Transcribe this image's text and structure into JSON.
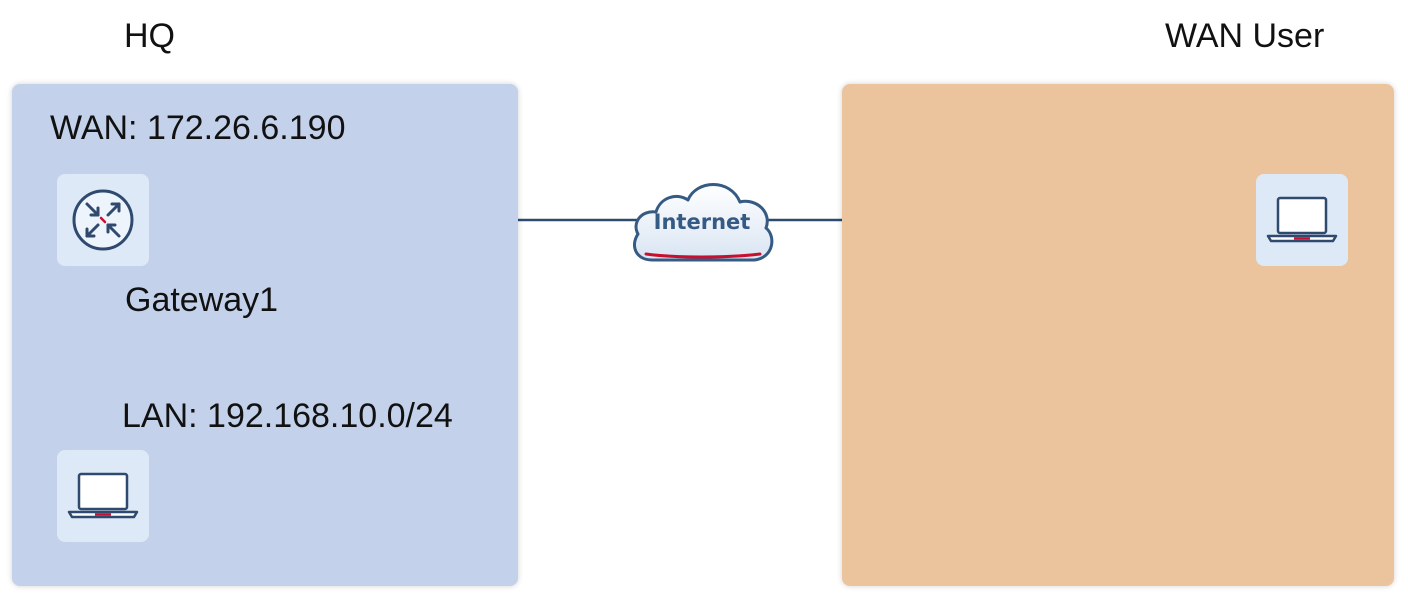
{
  "zones": {
    "hq": {
      "title": "HQ",
      "color": "#c3d1eb"
    },
    "wan": {
      "title": "WAN User",
      "color": "#ebc49e"
    }
  },
  "labels": {
    "wan_ip": "WAN: 172.26.6.190",
    "gateway": "Gateway1",
    "lan_subnet": "LAN: 192.168.10.0/24"
  },
  "internet": {
    "label": "Internet",
    "icon": "cloud-icon",
    "color": "#355a84",
    "accent": "#c8102e"
  },
  "devices": [
    {
      "id": "gateway1",
      "icon": "router-icon"
    },
    {
      "id": "lan-pc",
      "icon": "laptop-icon"
    },
    {
      "id": "wan-pc",
      "icon": "laptop-icon"
    }
  ],
  "colors": {
    "link": "#2f4a6e",
    "device_tile": "#dde9f6",
    "device_stroke": "#2f4a6e",
    "device_accent": "#c8102e"
  }
}
